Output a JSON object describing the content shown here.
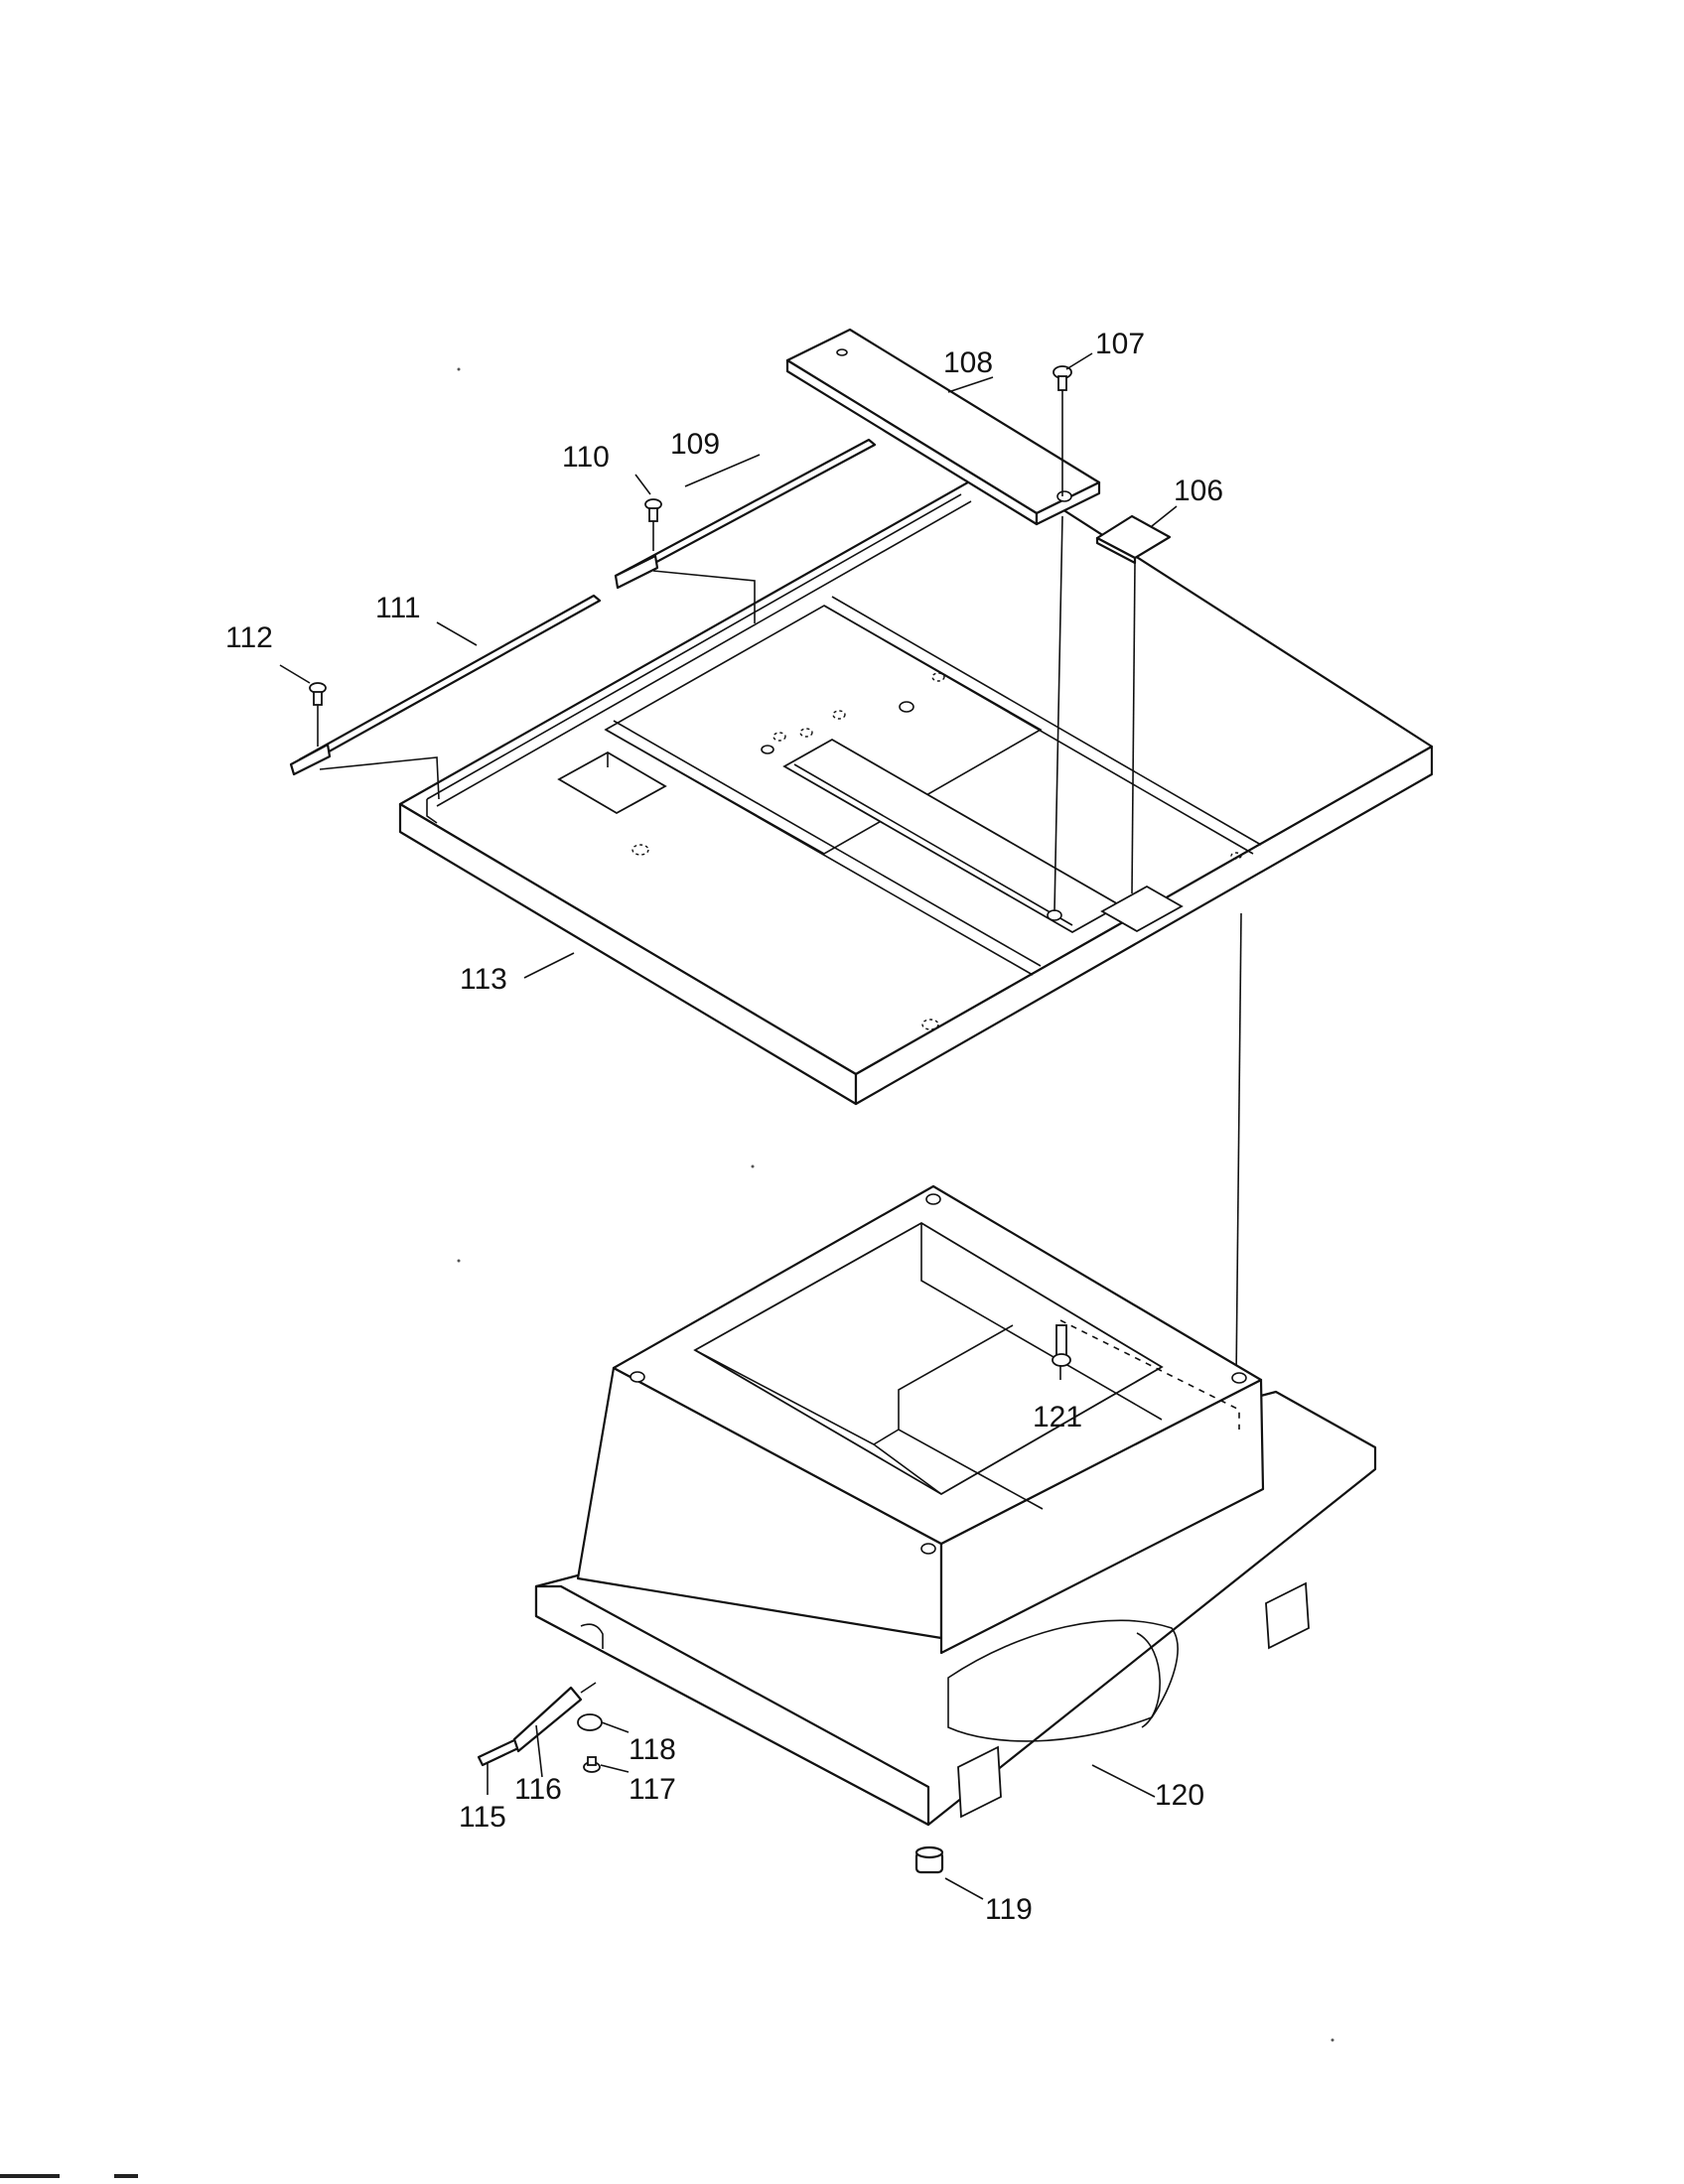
{
  "diagram": {
    "callouts": [
      {
        "id": "106",
        "text": "106"
      },
      {
        "id": "107",
        "text": "107"
      },
      {
        "id": "108",
        "text": "108"
      },
      {
        "id": "109",
        "text": "109"
      },
      {
        "id": "110",
        "text": "110"
      },
      {
        "id": "111",
        "text": "111"
      },
      {
        "id": "112",
        "text": "112"
      },
      {
        "id": "113",
        "text": "113"
      },
      {
        "id": "115",
        "text": "115"
      },
      {
        "id": "116",
        "text": "116"
      },
      {
        "id": "117",
        "text": "117"
      },
      {
        "id": "118",
        "text": "118"
      },
      {
        "id": "119",
        "text": "119"
      },
      {
        "id": "120",
        "text": "120"
      },
      {
        "id": "121",
        "text": "121"
      }
    ]
  }
}
